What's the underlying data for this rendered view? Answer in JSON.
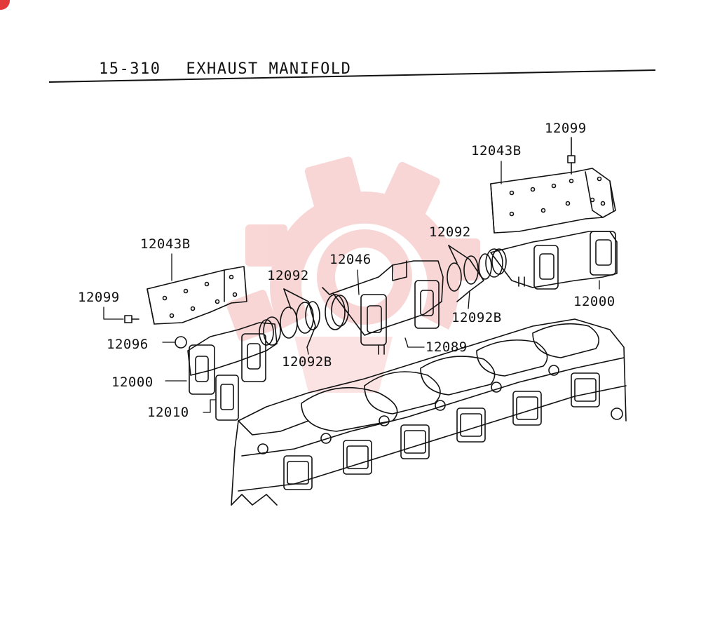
{
  "header": {
    "section_number": "15-310",
    "section_title": "EXHAUST MANIFOLD"
  },
  "colors": {
    "ink": "#111111",
    "watermark": "#f4b6b6",
    "badge": "#e23a3a"
  },
  "parts": {
    "heat_shield_right": "12043B",
    "bolt_right": "12099",
    "heat_shield_left": "12043B",
    "bolt_left": "12099",
    "ring_center_left": "12092",
    "pipe_center": "12046",
    "ring_right": "12092",
    "manifold_right": "12000",
    "ring_set_right": "12092B",
    "nut": "12096",
    "stud": "12089",
    "ring_set_left": "12092B",
    "manifold_left": "12000",
    "gasket": "12010"
  }
}
